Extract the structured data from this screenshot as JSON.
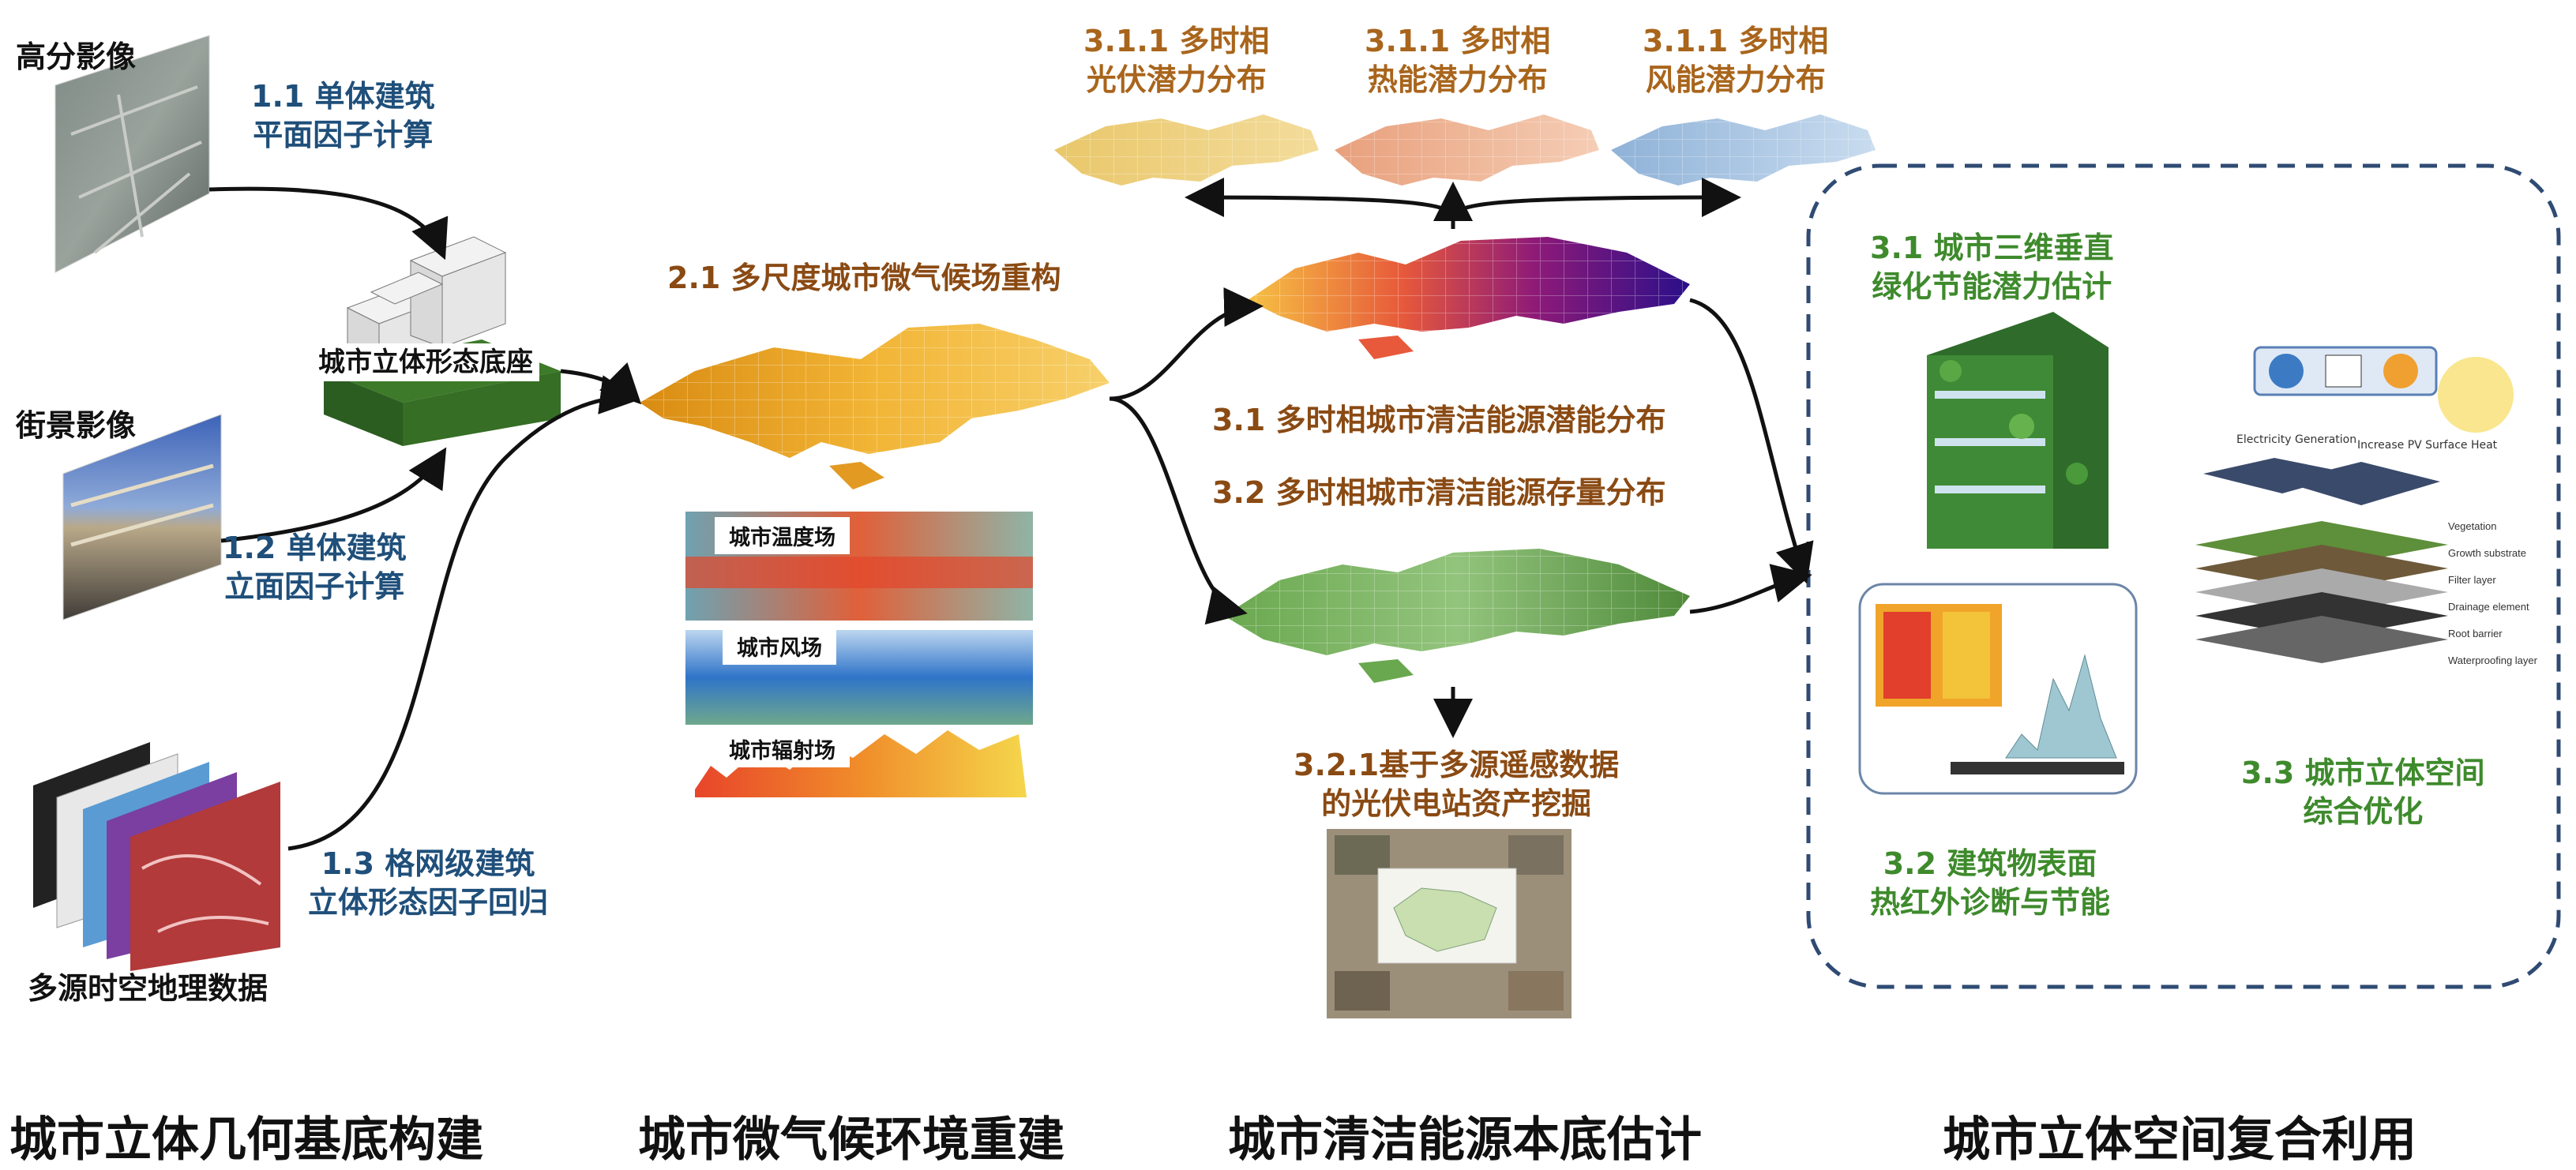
{
  "inputs": {
    "hires_imagery": "高分影像",
    "street_view": "街景影像",
    "multisource": "多源时空地理数据"
  },
  "steps": {
    "s1_1": [
      "1.1 单体建筑",
      "平面因子计算"
    ],
    "s1_2": [
      "1.2 单体建筑",
      "立面因子计算"
    ],
    "s1_3": [
      "1.3 格网级建筑",
      "立体形态因子回归"
    ],
    "base": "城市立体形态底座",
    "s2_1": "2.1 多尺度城市微气候场重构",
    "fields": [
      "城市温度场",
      "城市风场",
      "城市辐射场"
    ],
    "s3_1_pv": [
      "3.1.1 多时相",
      "光伏潜力分布"
    ],
    "s3_1_heat": [
      "3.1.1 多时相",
      "热能潜力分布"
    ],
    "s3_1_wind": [
      "3.1.1 多时相",
      "风能潜力分布"
    ],
    "s3_1": "3.1 多时相城市清洁能源潜能分布",
    "s3_2": "3.2 多时相城市清洁能源存量分布",
    "s3_2_1": [
      "3.2.1基于多源遥感数据",
      "的光伏电站资产挖掘"
    ],
    "g3_1": [
      "3.1 城市三维垂直",
      "绿化节能潜力估计"
    ],
    "g3_2": [
      "3.2 建筑物表面",
      "热红外诊断与节能"
    ],
    "g3_3": [
      "3.3 城市立体空间",
      "综合优化"
    ]
  },
  "roof_labels": {
    "top_left": "Electricity Generation",
    "top_right": "Increase PV Surface Heat",
    "layers": [
      "Vegetation",
      "Growth substrate",
      "Filter layer",
      "Drainage element",
      "Root barrier",
      "Waterproofing layer"
    ]
  },
  "headings": [
    "城市立体几何基底构建",
    "城市微气候环境重建",
    "城市清洁能源本底估计",
    "城市立体空间复合利用"
  ],
  "colors": {
    "blue_label": "#1f4f7a",
    "brown_label": "#8a4a13",
    "green_label": "#3e8a2c",
    "dashed_box": "#2f4b73"
  }
}
